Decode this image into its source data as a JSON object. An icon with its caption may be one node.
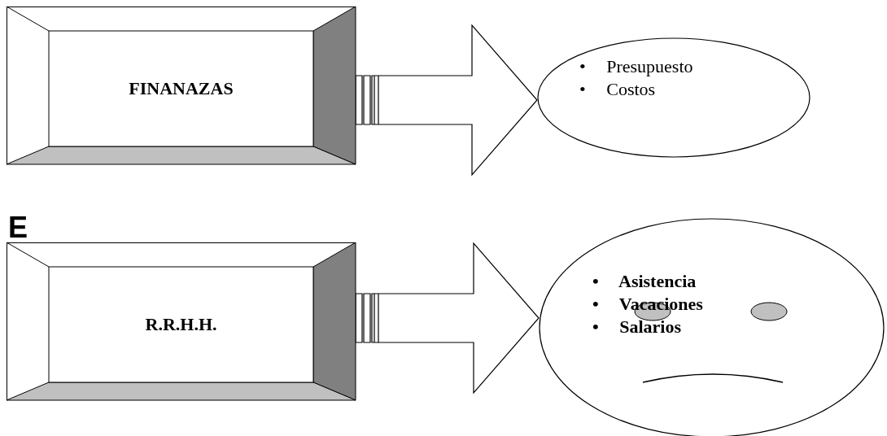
{
  "diagram": {
    "nodes": [
      {
        "text": [
          "FINANAZAS"
        ]
      },
      {
        "text": [
          "• Presupuesto",
          "• Costos"
        ]
      },
      {
        "text": [
          "R.R.H.H."
        ]
      },
      {
        "text": [
          "• Asistencia",
          "• Vacaciones",
          "• Salarios"
        ]
      }
    ],
    "edges": [
      {
        "from": 0,
        "to": 1,
        "arrow": "to"
      },
      {
        "from": 2,
        "to": 3,
        "arrow": "to"
      }
    ],
    "labels": [
      "E"
    ]
  }
}
